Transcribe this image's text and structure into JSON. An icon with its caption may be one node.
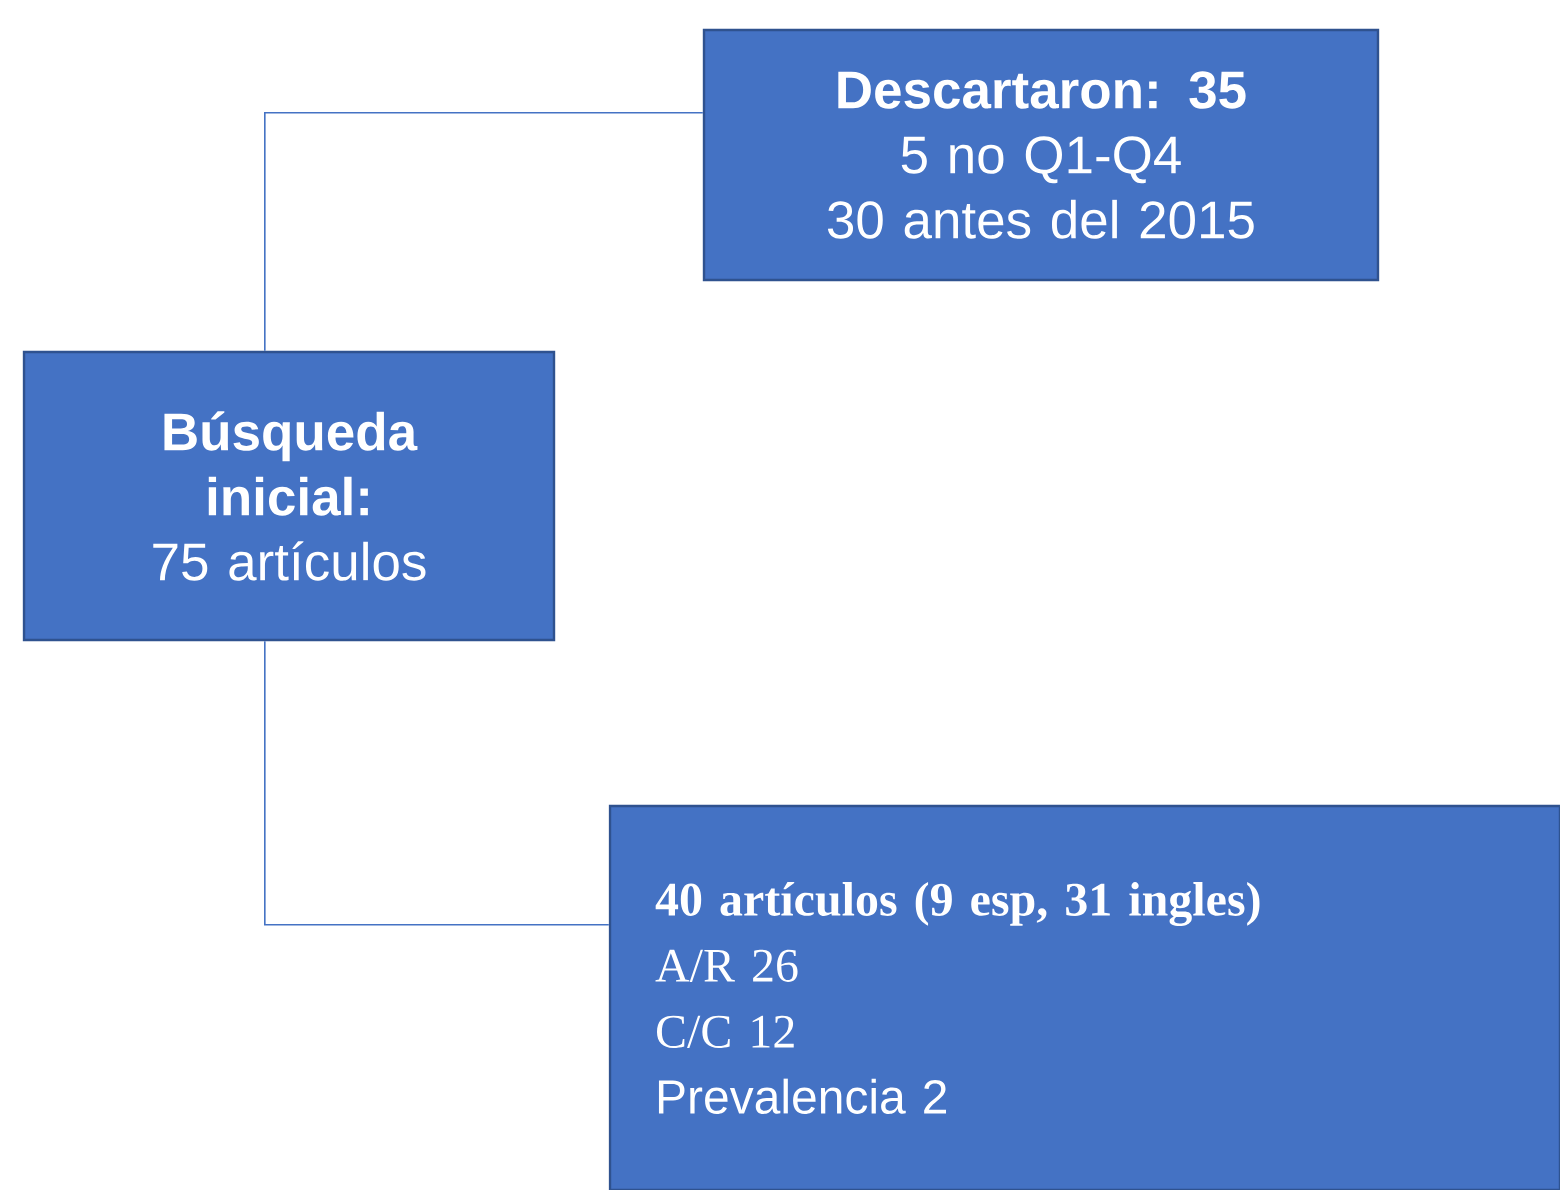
{
  "diagram": {
    "nodes": [
      {
        "text": [
          "Búsqueda inicial:",
          "75 artículos"
        ]
      },
      {
        "text": [
          "Descartaron: 35",
          "5 no Q1-Q4",
          "30 antes del 2015"
        ]
      },
      {
        "text": [
          "40 artículos (9 esp, 31 ingles)",
          "A/R 26",
          "C/C 12",
          "Prevalencia 2"
        ]
      }
    ],
    "edges": [
      {
        "from": 0,
        "to": 1,
        "arrow": "none"
      },
      {
        "from": 0,
        "to": 2,
        "arrow": "none"
      }
    ]
  }
}
